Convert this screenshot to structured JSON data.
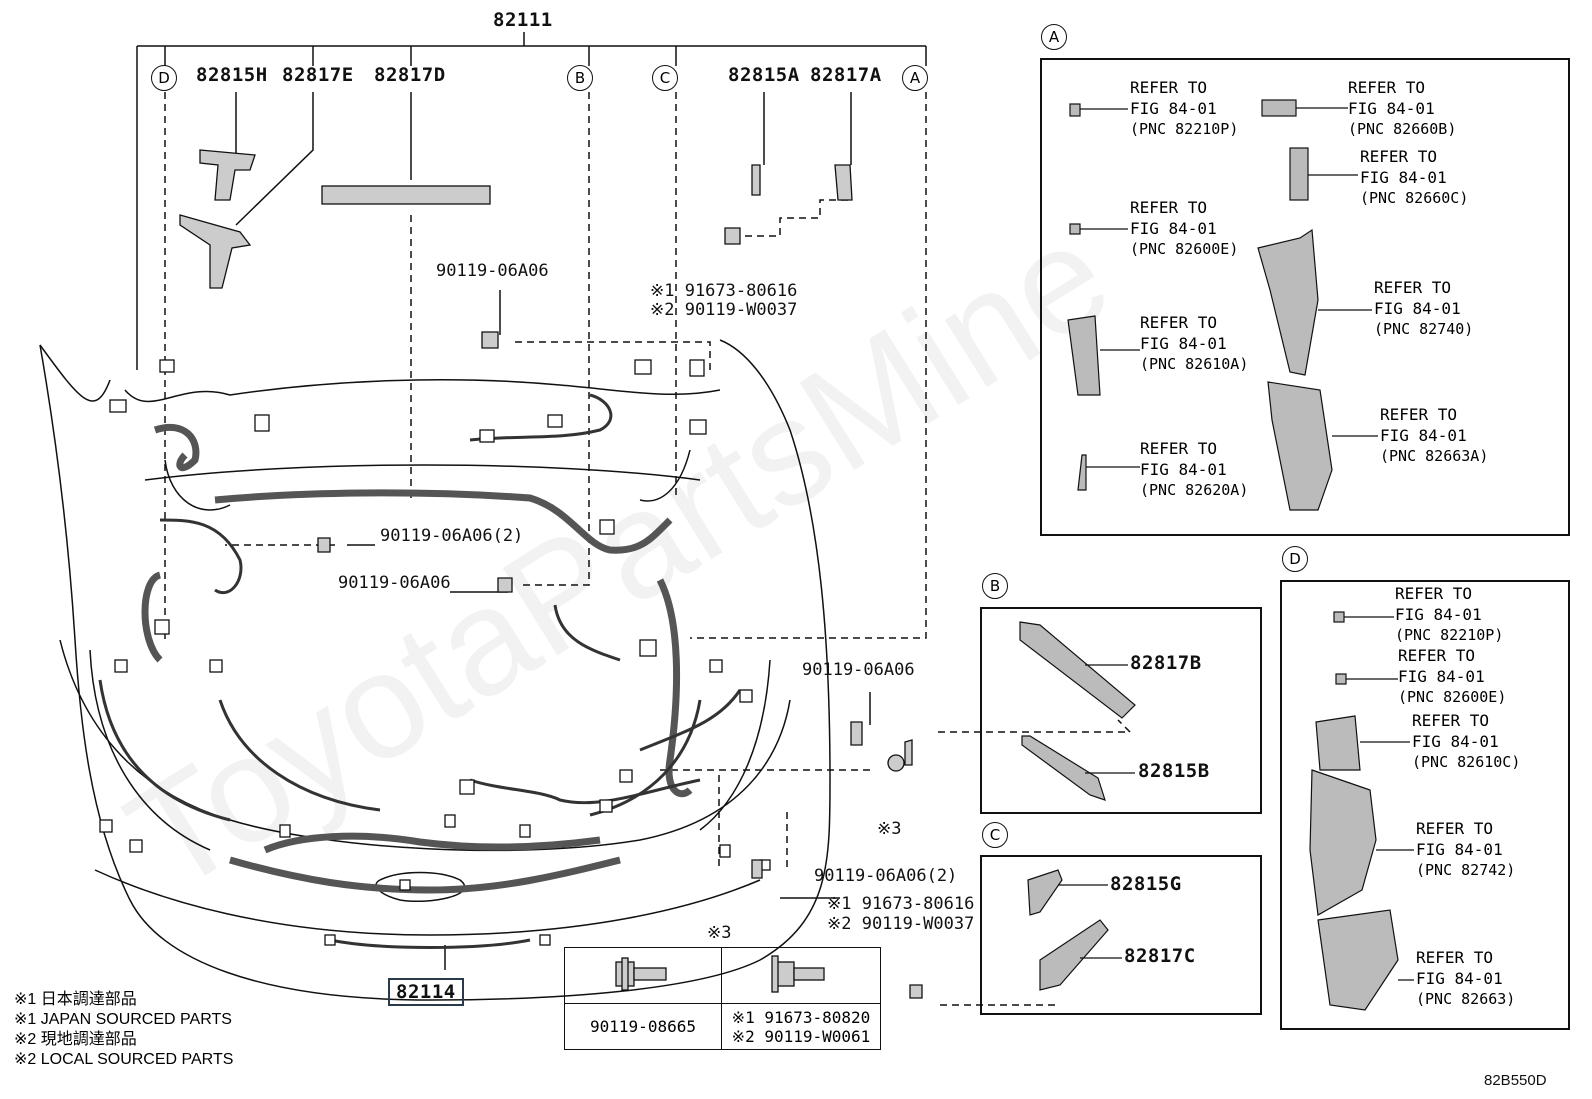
{
  "watermark": "ToyotaPartsMine",
  "top_part": "82111",
  "top_labels": {
    "p82815H": "82815H",
    "p82817E": "82817E",
    "p82817D": "82817D",
    "p82815A": "82815A",
    "p82817A": "82817A"
  },
  "circles": {
    "A": "A",
    "B": "B",
    "C": "C",
    "D": "D"
  },
  "bolt_labels": {
    "b1": "90119-06A06",
    "b1_note1": "※1 91673-80616",
    "b1_note2": "※2 90119-W0037",
    "b2": "90119-06A06(2)",
    "b3": "90119-06A06",
    "b4": "90119-06A06",
    "b5": "90119-06A06(2)",
    "b5_note1": "※1 91673-80616",
    "b5_note2": "※2 90119-W0037",
    "x3a": "※3",
    "x3b": "※3"
  },
  "bottom_part": "82114",
  "panel_A": {
    "refs": [
      {
        "line1": "REFER TO",
        "line2": "FIG 84-01",
        "pnc": "(PNC 82210P)"
      },
      {
        "line1": "REFER TO",
        "line2": "FIG 84-01",
        "pnc": "(PNC 82660B)"
      },
      {
        "line1": "REFER TO",
        "line2": "FIG 84-01",
        "pnc": "(PNC 82660C)"
      },
      {
        "line1": "REFER TO",
        "line2": "FIG 84-01",
        "pnc": "(PNC 82600E)"
      },
      {
        "line1": "REFER TO",
        "line2": "FIG 84-01",
        "pnc": "(PNC 82740)"
      },
      {
        "line1": "REFER TO",
        "line2": "FIG 84-01",
        "pnc": "(PNC 82610A)"
      },
      {
        "line1": "REFER TO",
        "line2": "FIG 84-01",
        "pnc": "(PNC 82663A)"
      },
      {
        "line1": "REFER TO",
        "line2": "FIG 84-01",
        "pnc": "(PNC 82620A)"
      }
    ]
  },
  "panel_B": {
    "p1": "82817B",
    "p2": "82815B"
  },
  "panel_C": {
    "p1": "82815G",
    "p2": "82817C"
  },
  "panel_D": {
    "refs": [
      {
        "line1": "REFER TO",
        "line2": "FIG 84-01",
        "pnc": "(PNC 82210P)"
      },
      {
        "line1": "REFER TO",
        "line2": "FIG 84-01",
        "pnc": "(PNC 82600E)"
      },
      {
        "line1": "REFER TO",
        "line2": "FIG 84-01",
        "pnc": "(PNC 82610C)"
      },
      {
        "line1": "REFER TO",
        "line2": "FIG 84-01",
        "pnc": "(PNC 82742)"
      },
      {
        "line1": "REFER TO",
        "line2": "FIG 84-01",
        "pnc": "(PNC 82663)"
      }
    ]
  },
  "fastener_table": {
    "left": "90119-08665",
    "right1": "※1  91673-80820",
    "right2": "※2  90119-W0061"
  },
  "footnotes": [
    "※1 日本調達部品",
    "※1 JAPAN SOURCED PARTS",
    "※2 現地調達部品",
    "※2 LOCAL SOURCED PARTS"
  ],
  "figure_code": "82B550D"
}
